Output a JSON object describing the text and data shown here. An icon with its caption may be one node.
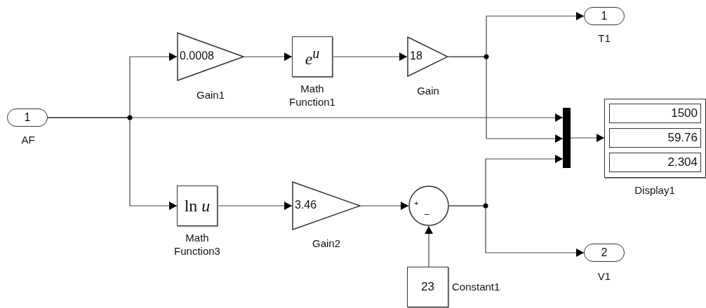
{
  "diagram": {
    "nodes": [
      {
        "text": [
          "1"
        ],
        "beside": [
          "AF"
        ]
      },
      {
        "text": [
          "0.0008"
        ],
        "beside": [
          "Gain1"
        ]
      },
      {
        "text": [
          "e$^{u}$"
        ],
        "beside": [
          "Math Function1"
        ]
      },
      {
        "text": [
          "18"
        ],
        "beside": [
          "Gain"
        ]
      },
      {
        "text": [
          "1"
        ],
        "beside": [
          "T1"
        ]
      },
      {
        "text": [],
        "shape": "bar"
      },
      {
        "text": [
          "1500",
          "59.76",
          "2.304"
        ],
        "beside": [
          "Display1"
        ]
      },
      {
        "text": [
          "ln *u*"
        ],
        "beside": [
          "Math Function3"
        ]
      },
      {
        "text": [
          "3.46"
        ],
        "beside": [
          "Gain2"
        ]
      },
      {
        "text": [
          "+",
          "−"
        ]
      },
      {
        "text": [
          "23"
        ],
        "beside": [
          "Constant1"
        ]
      },
      {
        "text": [
          "2"
        ],
        "beside": [
          "V1"
        ]
      }
    ],
    "edges": [
      {
        "from": 0,
        "to": 1,
        "arrow": "to"
      },
      {
        "from": 0,
        "to": 5,
        "arrow": "to"
      },
      {
        "from": 0,
        "to": 7,
        "arrow": "to"
      },
      {
        "from": 1,
        "to": 2,
        "arrow": "to"
      },
      {
        "from": 2,
        "to": 3,
        "arrow": "to"
      },
      {
        "from": 3,
        "to": 4,
        "arrow": "to"
      },
      {
        "from": 3,
        "to": 5,
        "arrow": "to"
      },
      {
        "from": 7,
        "to": 8,
        "arrow": "to"
      },
      {
        "from": 8,
        "to": 9,
        "arrow": "to"
      },
      {
        "from": 10,
        "to": 9,
        "arrow": "to"
      },
      {
        "from": 9,
        "to": 5,
        "arrow": "to"
      },
      {
        "from": 9,
        "to": 11,
        "arrow": "to"
      },
      {
        "from": 5,
        "to": 6,
        "arrow": "to"
      }
    ]
  }
}
